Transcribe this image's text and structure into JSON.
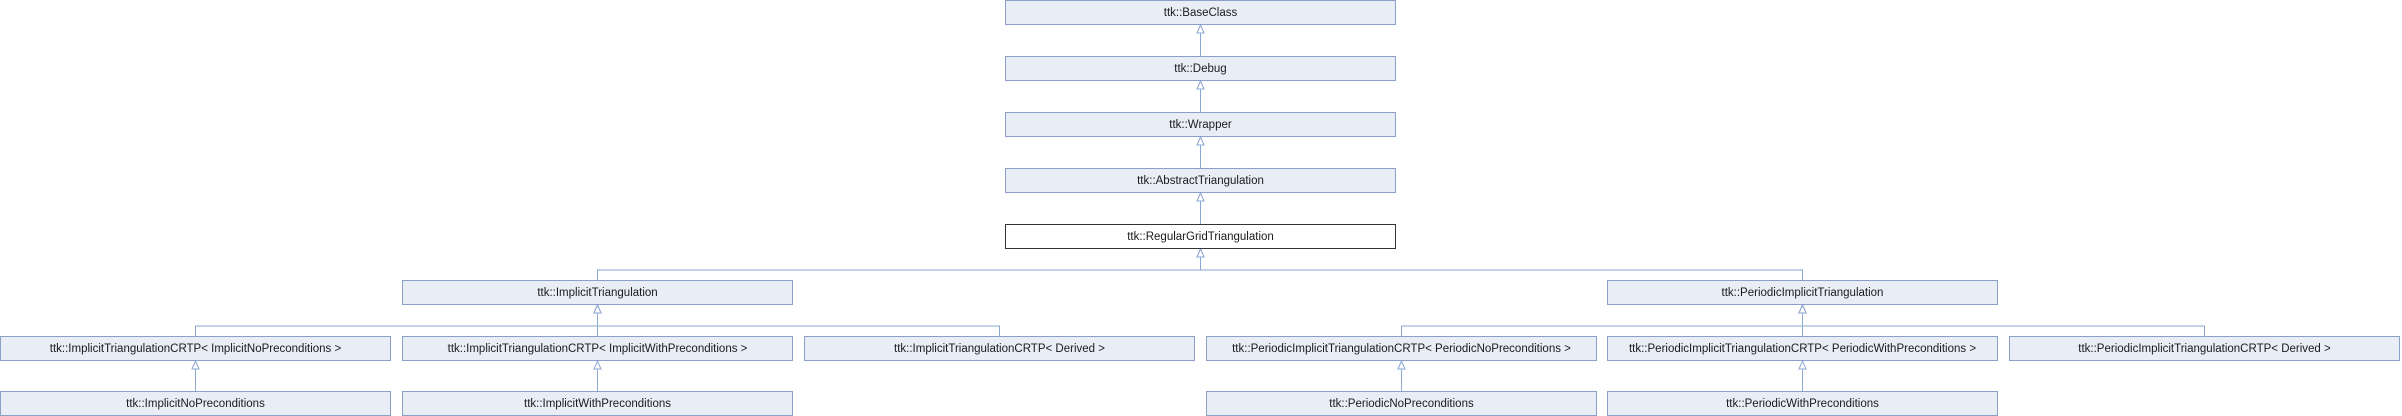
{
  "diagram": {
    "colors": {
      "node_fill": "#e8edf6",
      "node_border": "#8aa0c6",
      "current_border": "#333333",
      "edge": "#8aa8d0"
    },
    "nodes": [
      {
        "id": "baseclass",
        "label": "ttk::BaseClass"
      },
      {
        "id": "debug",
        "label": "ttk::Debug"
      },
      {
        "id": "wrapper",
        "label": "ttk::Wrapper"
      },
      {
        "id": "abstracttriangulation",
        "label": "ttk::AbstractTriangulation"
      },
      {
        "id": "regulargridtriangulation",
        "label": "ttk::RegularGridTriangulation",
        "current": true
      },
      {
        "id": "implicittriangulation",
        "label": "ttk::ImplicitTriangulation"
      },
      {
        "id": "periodicimplicittriangulation",
        "label": "ttk::PeriodicImplicitTriangulation"
      },
      {
        "id": "implicitcrtp-noprecond",
        "label": "ttk::ImplicitTriangulationCRTP< ImplicitNoPreconditions >"
      },
      {
        "id": "implicitcrtp-withprecond",
        "label": "ttk::ImplicitTriangulationCRTP< ImplicitWithPreconditions >"
      },
      {
        "id": "implicitcrtp-derived",
        "label": "ttk::ImplicitTriangulationCRTP< Derived >"
      },
      {
        "id": "periodiccrtp-noprecond",
        "label": "ttk::PeriodicImplicitTriangulationCRTP< PeriodicNoPreconditions >"
      },
      {
        "id": "periodiccrtp-withprecond",
        "label": "ttk::PeriodicImplicitTriangulationCRTP< PeriodicWithPreconditions >"
      },
      {
        "id": "periodiccrtp-derived",
        "label": "ttk::PeriodicImplicitTriangulationCRTP< Derived >"
      },
      {
        "id": "implicitnopreconditions",
        "label": "ttk::ImplicitNoPreconditions"
      },
      {
        "id": "implicitwithpreconditions",
        "label": "ttk::ImplicitWithPreconditions"
      },
      {
        "id": "periodicnopreconditions",
        "label": "ttk::PeriodicNoPreconditions"
      },
      {
        "id": "periodicwithpreconditions",
        "label": "ttk::PeriodicWithPreconditions"
      }
    ],
    "edges": [
      {
        "child": "debug",
        "parent": "baseclass"
      },
      {
        "child": "wrapper",
        "parent": "debug"
      },
      {
        "child": "abstracttriangulation",
        "parent": "wrapper"
      },
      {
        "child": "regulargridtriangulation",
        "parent": "abstracttriangulation"
      },
      {
        "child": "implicittriangulation",
        "parent": "regulargridtriangulation"
      },
      {
        "child": "periodicimplicittriangulation",
        "parent": "regulargridtriangulation"
      },
      {
        "child": "implicitcrtp-noprecond",
        "parent": "implicittriangulation"
      },
      {
        "child": "implicitcrtp-withprecond",
        "parent": "implicittriangulation"
      },
      {
        "child": "implicitcrtp-derived",
        "parent": "implicittriangulation"
      },
      {
        "child": "periodiccrtp-noprecond",
        "parent": "periodicimplicittriangulation"
      },
      {
        "child": "periodiccrtp-withprecond",
        "parent": "periodicimplicittriangulation"
      },
      {
        "child": "periodiccrtp-derived",
        "parent": "periodicimplicittriangulation"
      },
      {
        "child": "implicitnopreconditions",
        "parent": "implicitcrtp-noprecond"
      },
      {
        "child": "implicitwithpreconditions",
        "parent": "implicitcrtp-withprecond"
      },
      {
        "child": "periodicnopreconditions",
        "parent": "periodiccrtp-noprecond"
      },
      {
        "child": "periodicwithpreconditions",
        "parent": "periodiccrtp-withprecond"
      }
    ]
  }
}
